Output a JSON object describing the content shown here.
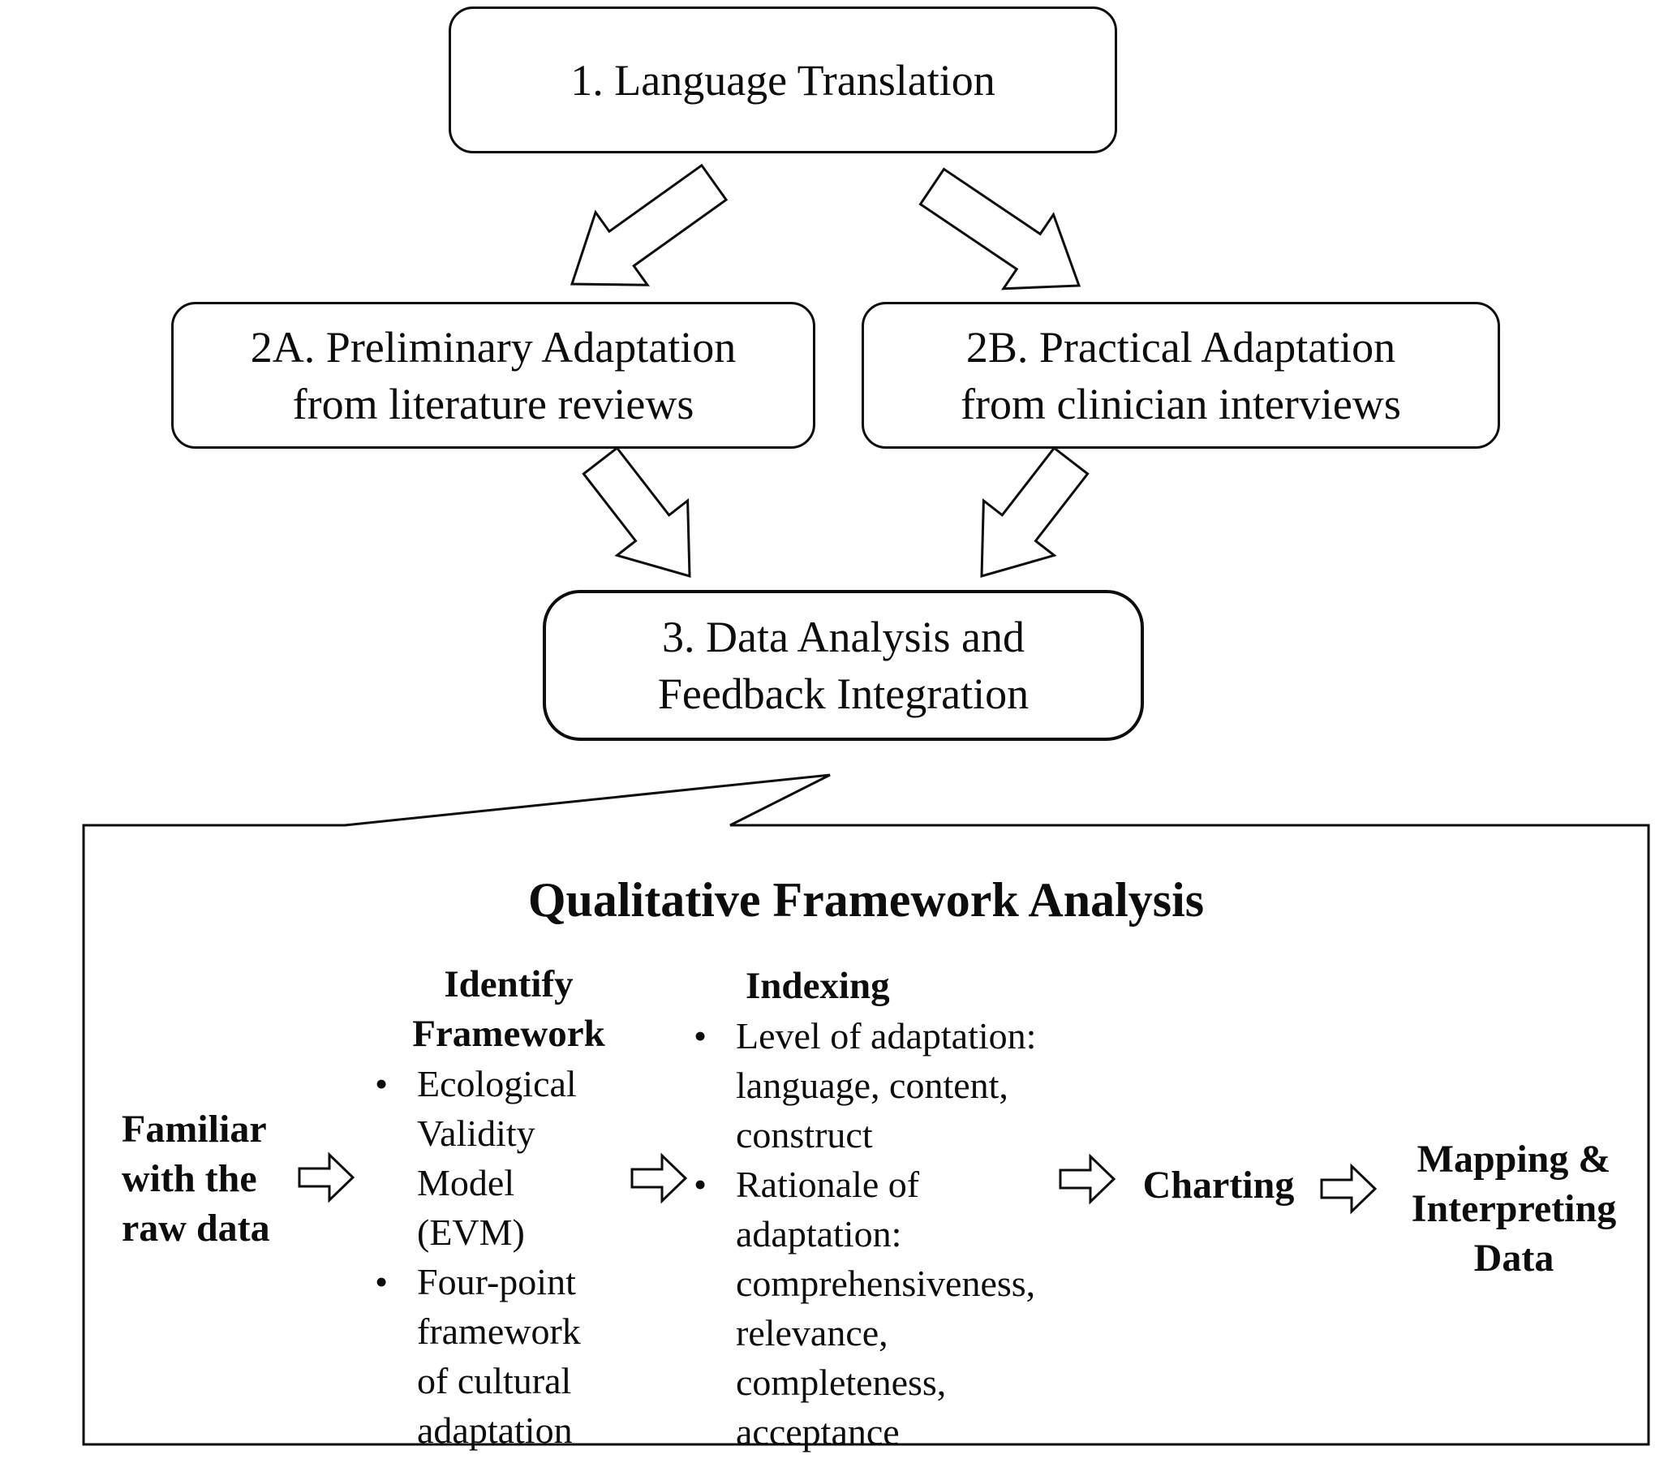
{
  "flowchart": {
    "step1": {
      "label": "1. Language Translation"
    },
    "step2a": {
      "lines": [
        "2A. Preliminary Adaptation",
        "from literature reviews"
      ]
    },
    "step2b": {
      "lines": [
        "2B. Practical Adaptation",
        "from clinician interviews"
      ]
    },
    "step3": {
      "lines": [
        "3. Data Analysis and",
        "Feedback Integration"
      ]
    }
  },
  "panel": {
    "title": "Qualitative Framework Analysis",
    "bullet_glyph": "•",
    "stages": [
      {
        "name": "familiarization",
        "lines": [
          "Familiar",
          "with the",
          "raw data"
        ]
      },
      {
        "name": "identify-framework",
        "heading_lines": [
          "Identify",
          "Framework"
        ],
        "bullets": [
          {
            "lines": [
              "Ecological",
              "Validity",
              "Model",
              "(EVM)"
            ]
          },
          {
            "lines": [
              "Four-point",
              "framework",
              "of cultural",
              "adaptation"
            ]
          }
        ]
      },
      {
        "name": "indexing",
        "heading_lines": [
          "Indexing"
        ],
        "bullets": [
          {
            "lines": [
              "Level of adaptation:",
              "language, content,",
              "construct"
            ]
          },
          {
            "lines": [
              "Rationale of",
              "adaptation:",
              "comprehensiveness,",
              "relevance,",
              "completeness,",
              "acceptance"
            ]
          }
        ]
      },
      {
        "name": "charting",
        "lines": [
          "Charting"
        ]
      },
      {
        "name": "mapping-interpreting",
        "lines": [
          "Mapping &",
          "Interpreting",
          "Data"
        ]
      }
    ]
  },
  "icons": {
    "block_arrow": "hollow-block-arrow",
    "stage_arrow": "hollow-right-arrow",
    "callout": "speech-callout-pointer"
  },
  "colors": {
    "ink": "#0d0d0d",
    "background": "#ffffff"
  }
}
